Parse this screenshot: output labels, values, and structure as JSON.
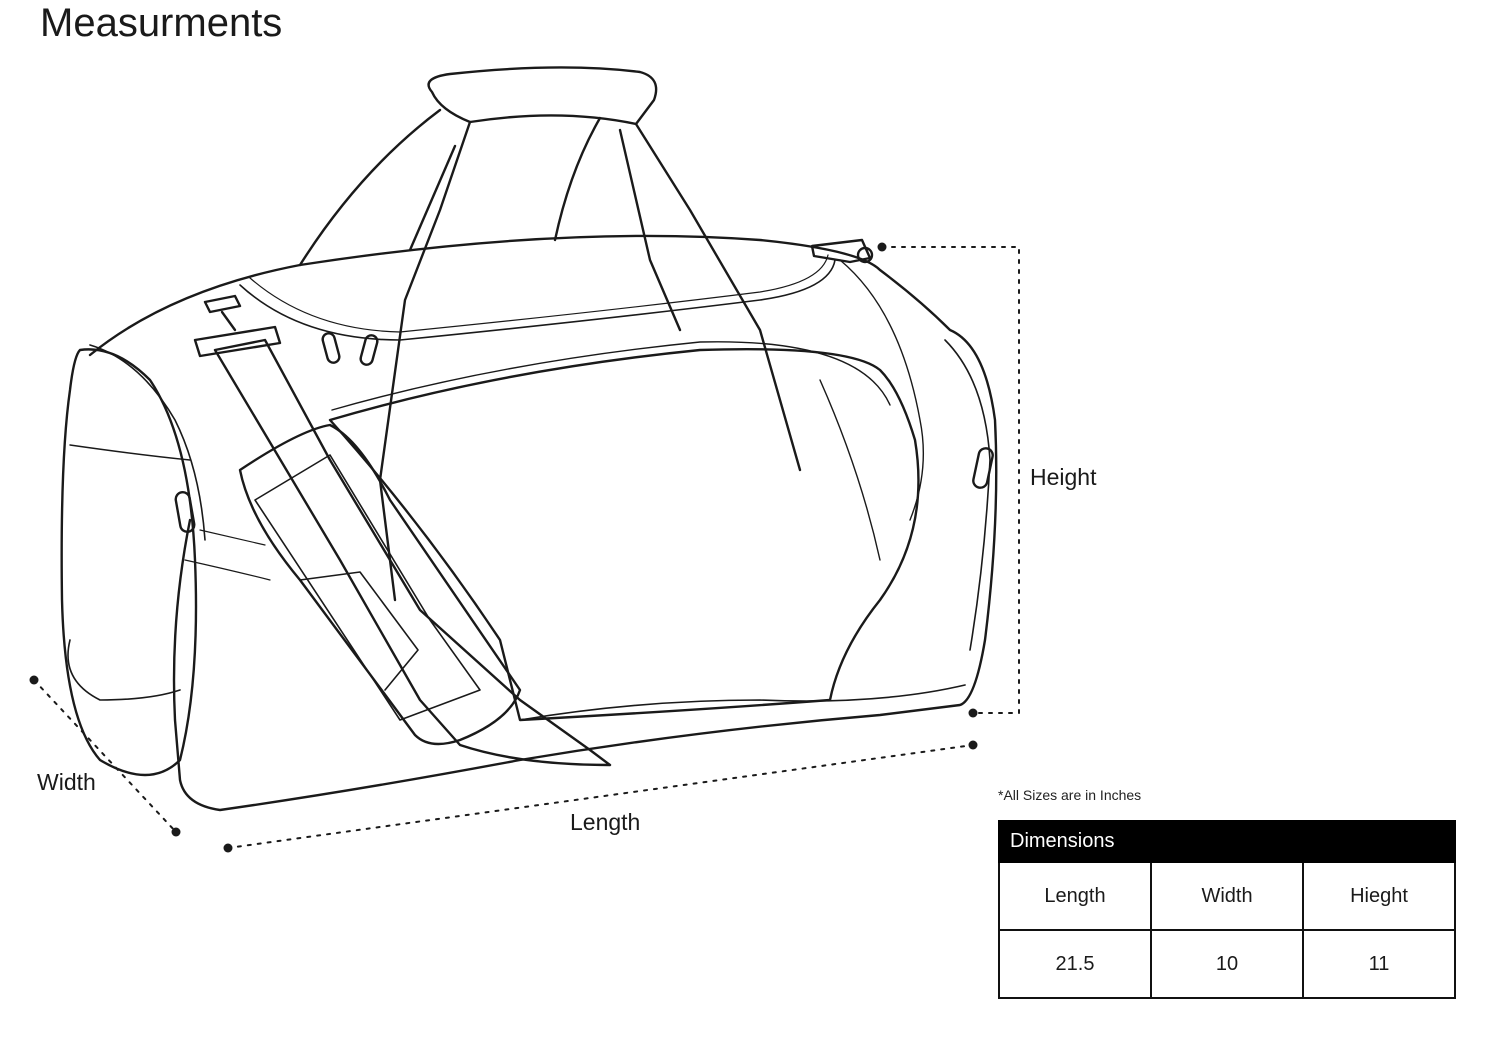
{
  "title": "Measurments",
  "labels": {
    "height": "Height",
    "width": "Width",
    "length": "Length"
  },
  "note": "*All Sizes are in Inches",
  "table": {
    "header": "Dimensions",
    "columns": [
      "Length",
      "Width",
      "Hieght"
    ],
    "values": [
      "21.5",
      "10",
      "11"
    ]
  }
}
